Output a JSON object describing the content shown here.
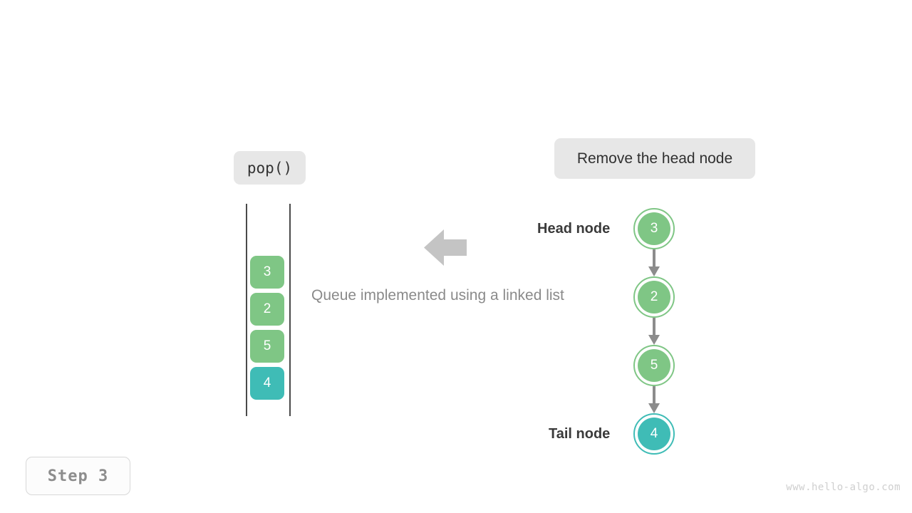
{
  "diagram": {
    "operation_label": "pop()",
    "action_label": "Remove the head node",
    "caption": "Queue implemented using a linked list",
    "step_label": "Step  3",
    "watermark": "www.hello-algo.com",
    "flow_arrow_icon": "left-arrow-icon",
    "colors": {
      "green": "#7fc685",
      "teal": "#3fbcb6",
      "pill_bg": "#e7e7e7",
      "arrow_gray": "#c4c4c4",
      "link_gray": "#8c8c8c",
      "rail": "#4a4a4a",
      "caption_text": "#8a8a8a",
      "label_text": "#3a3a3a",
      "watermark_text": "#cfcfcf"
    }
  },
  "queue": {
    "cells": [
      {
        "value": "3",
        "color": "green"
      },
      {
        "value": "2",
        "color": "green"
      },
      {
        "value": "5",
        "color": "green"
      },
      {
        "value": "4",
        "color": "teal"
      }
    ]
  },
  "linked_list": {
    "head_label": "Head node",
    "tail_label": "Tail node",
    "nodes": [
      {
        "value": "3",
        "color": "green"
      },
      {
        "value": "2",
        "color": "green"
      },
      {
        "value": "5",
        "color": "green"
      },
      {
        "value": "4",
        "color": "teal"
      }
    ]
  }
}
